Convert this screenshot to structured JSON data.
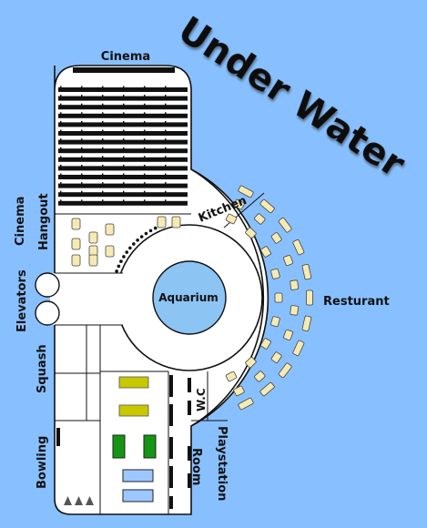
{
  "title": "Under Water",
  "labels": {
    "cinema": "Cinema",
    "cinema_hangout_1": "Cinema",
    "cinema_hangout_2": "Hangout",
    "kitchen": "Kitchen",
    "aquarium": "Aquarium",
    "restaurant": "Resturant",
    "elevators": "Elevators",
    "squash": "Squash",
    "wc": "W.C",
    "bowling": "Bowling",
    "playstation_1": "Playstation",
    "playstation_2": "Room"
  },
  "colors": {
    "background": "#88c0ff",
    "floor": "#ffffff",
    "aquarium": "#8cc4f4",
    "furniture": "#f6eab4",
    "squash_court": "#c8c800",
    "pool_table": "#149614",
    "ps_table": "#9cc8ff",
    "dark": "#111111"
  }
}
